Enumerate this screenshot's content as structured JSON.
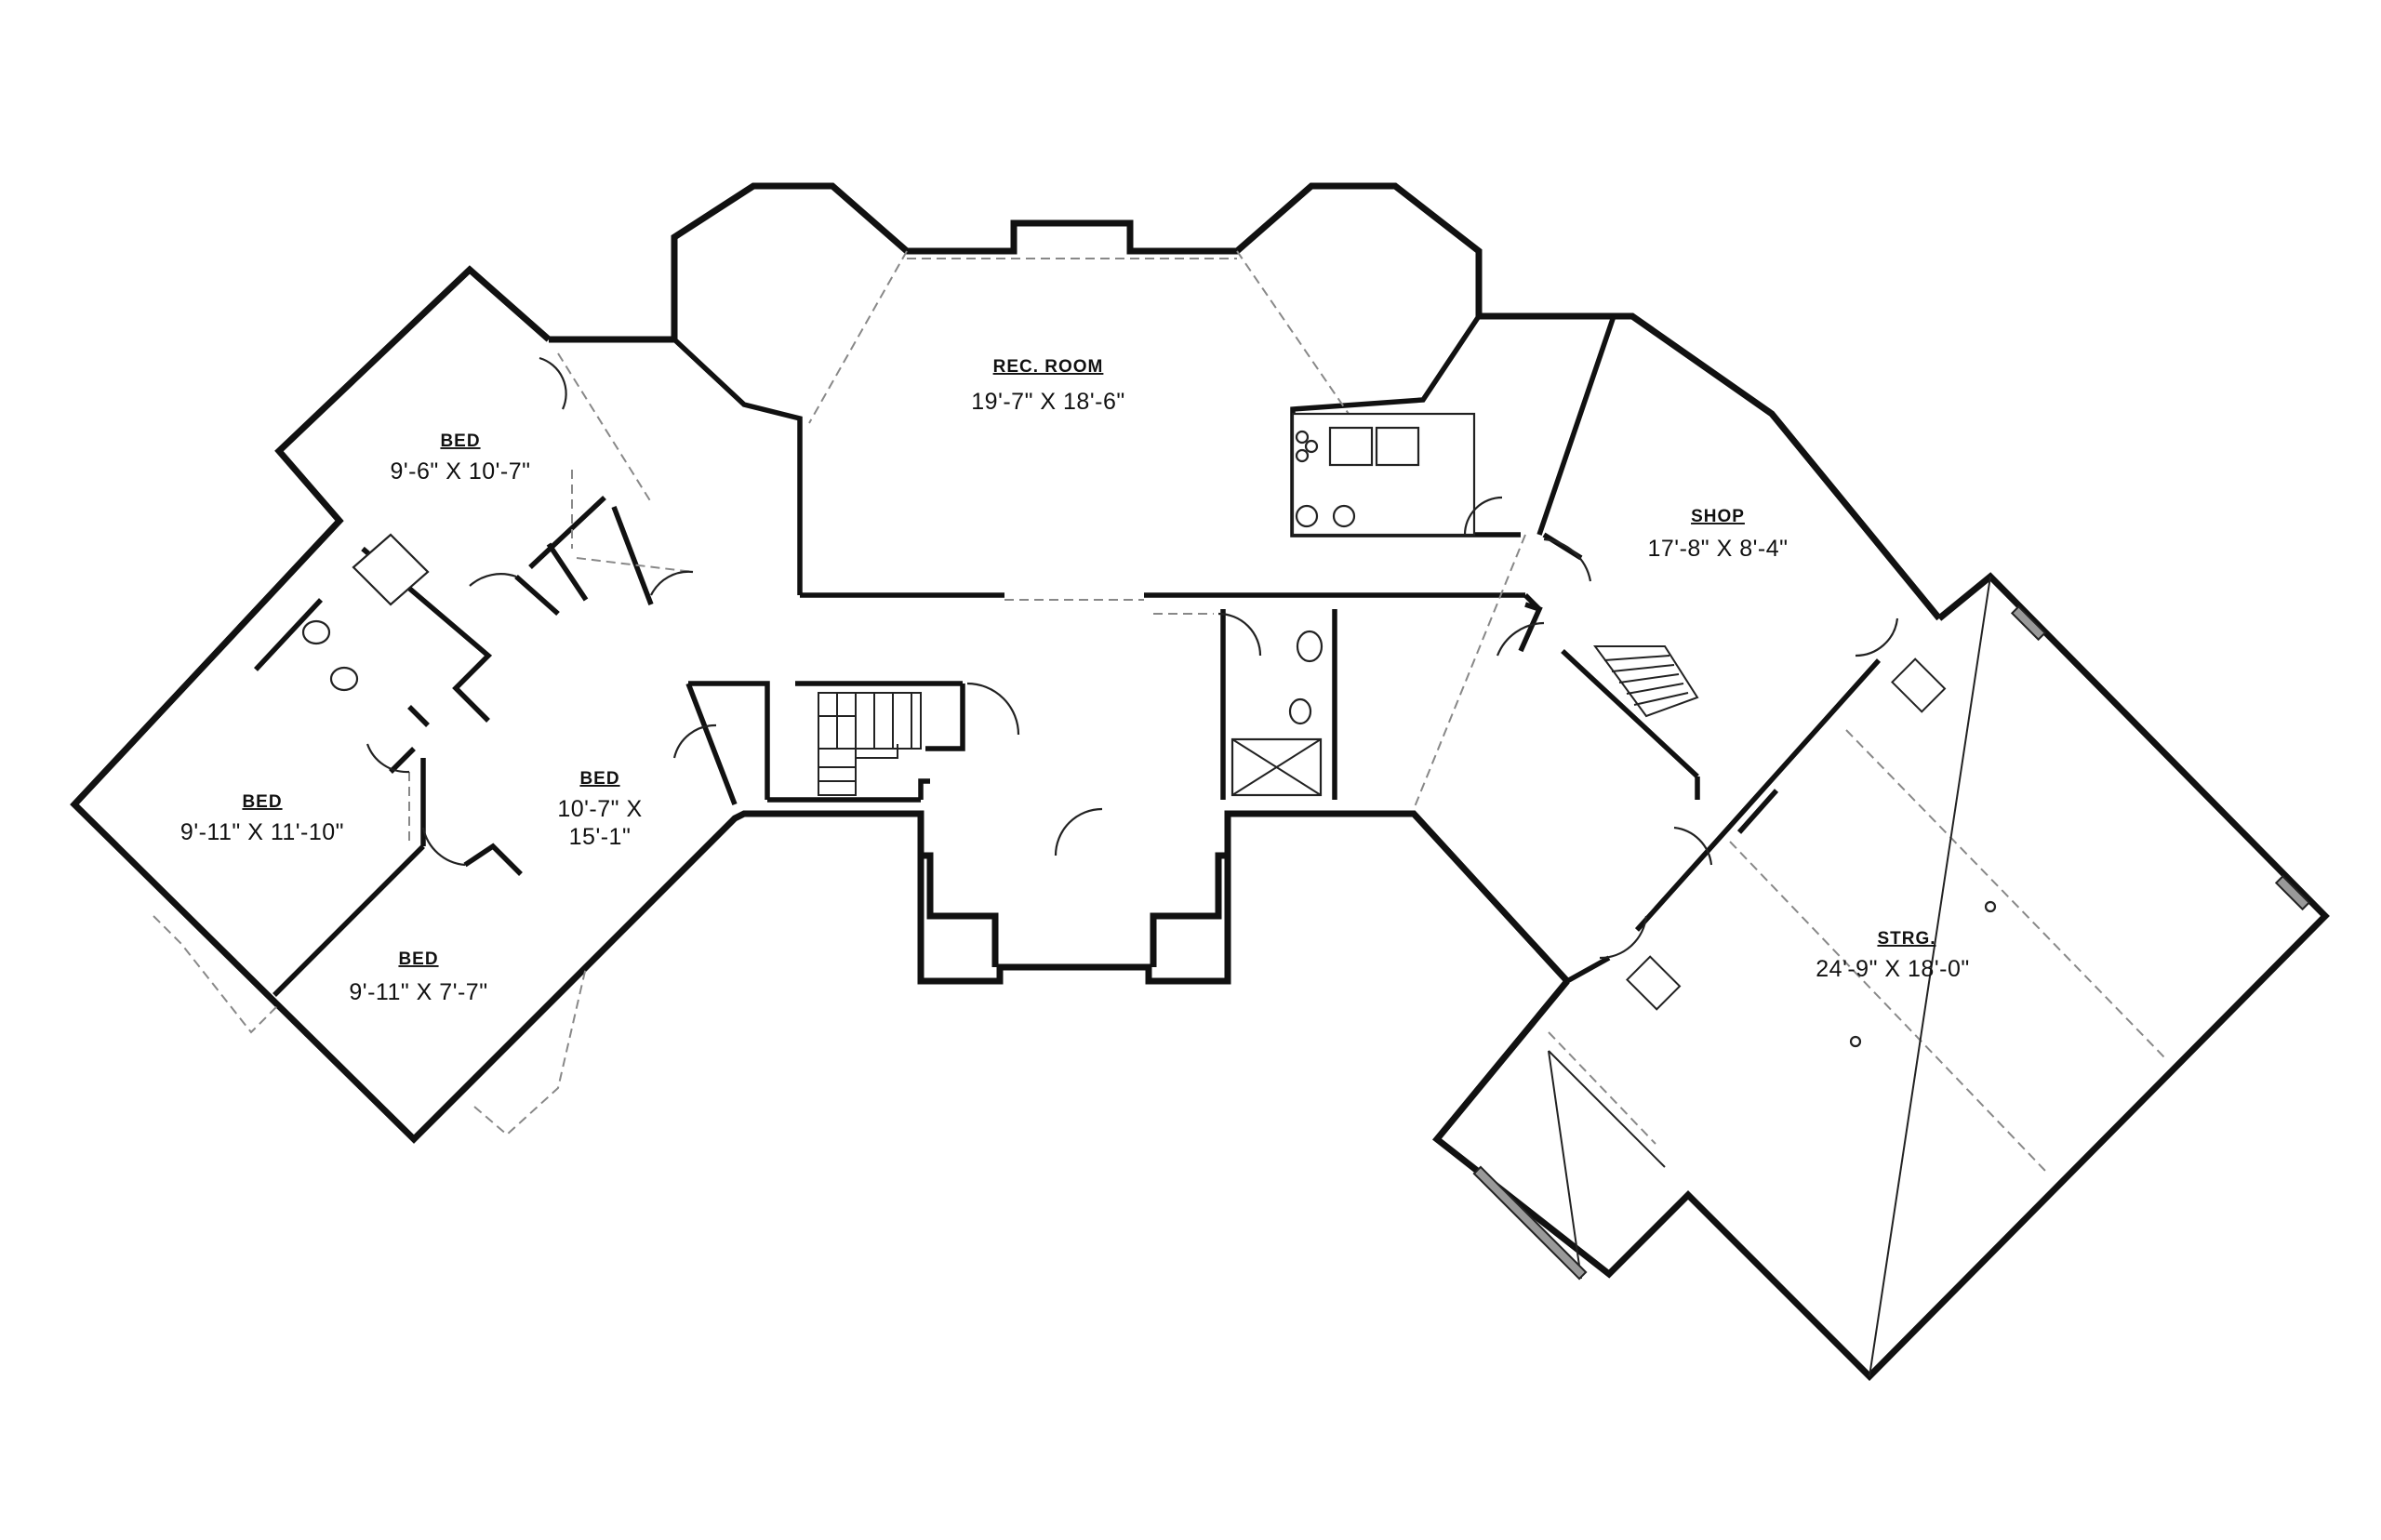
{
  "rooms": {
    "rec_room": {
      "name": "REC. ROOM",
      "dims": "19'-7\" X 18'-6\""
    },
    "bed_nw": {
      "name": "BED",
      "dims": "9'-6\" X 10'-7\""
    },
    "bed_w": {
      "name": "BED",
      "dims": "9'-11\" X 11'-10\""
    },
    "bed_center": {
      "name": "BED",
      "dims_line1": "10'-7\" X",
      "dims_line2": "15'-1\""
    },
    "bed_sw": {
      "name": "BED",
      "dims": "9'-11\" X 7'-7\""
    },
    "shop": {
      "name": "SHOP",
      "dims": "17'-8\" X 8'-4\""
    },
    "storage": {
      "name": "STRG.",
      "dims": "24'-9\" X 18'-0\""
    }
  }
}
